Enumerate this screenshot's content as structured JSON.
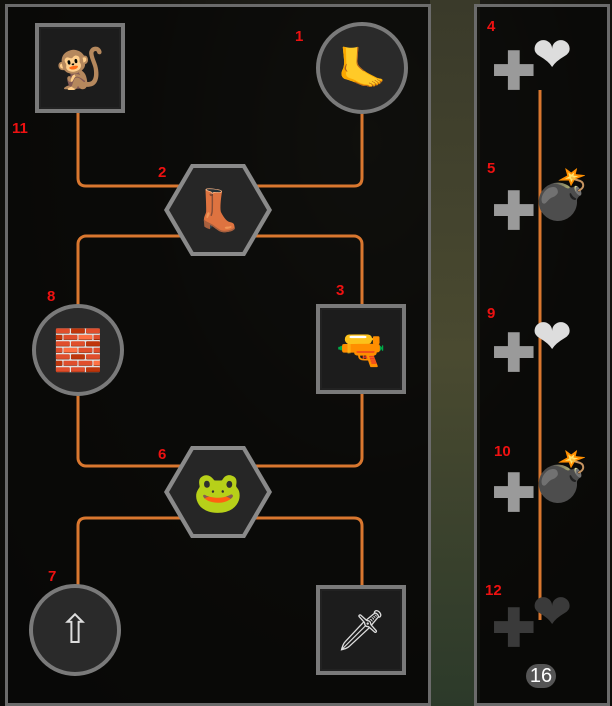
{
  "skill_tree": {
    "nodes": [
      {
        "id": "11",
        "label": "11",
        "icon": "monkey-cymbals-icon",
        "shape": "square"
      },
      {
        "id": "1",
        "label": "1",
        "icon": "foot-arrows-icon",
        "shape": "circle"
      },
      {
        "id": "2",
        "label": "2",
        "icon": "boot-vine-icon",
        "shape": "hexagon"
      },
      {
        "id": "8",
        "label": "8",
        "icon": "brick-wall-icon",
        "shape": "circle"
      },
      {
        "id": "3",
        "label": "3",
        "icon": "pistol-footprints-icon",
        "shape": "square"
      },
      {
        "id": "6",
        "label": "6",
        "icon": "frog-icon",
        "shape": "hexagon"
      },
      {
        "id": "7",
        "label": "7",
        "icon": "bullet-icon",
        "shape": "circle"
      },
      {
        "id": "none",
        "label": "",
        "icon": "knife-dart-icon",
        "shape": "square"
      }
    ]
  },
  "perks": [
    {
      "label": "4",
      "icon": "heart-plus-icon"
    },
    {
      "label": "5",
      "icon": "grenade-plus-icon"
    },
    {
      "label": "9",
      "icon": "heart-plus-icon"
    },
    {
      "label": "10",
      "icon": "grenade-plus-icon"
    },
    {
      "label": "12",
      "icon": "heart-plus-icon-locked"
    }
  ],
  "points_remaining": "16",
  "colors": {
    "line": "#d9772f",
    "label": "#ee1111"
  }
}
